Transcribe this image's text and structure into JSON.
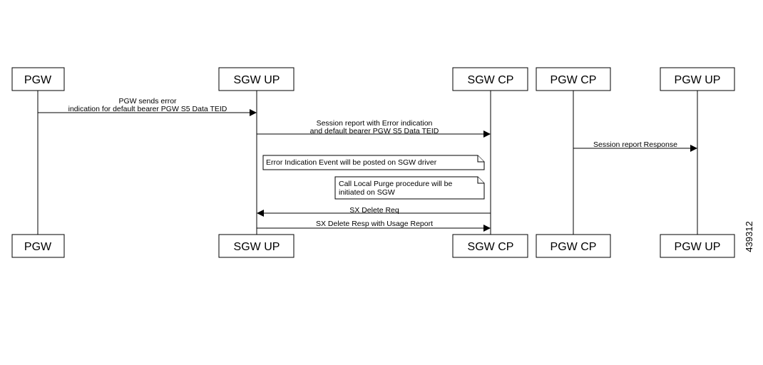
{
  "participants": [
    {
      "id": "pgw",
      "label": "PGW"
    },
    {
      "id": "sgw_up",
      "label": "SGW UP"
    },
    {
      "id": "sgw_cp",
      "label": "SGW CP"
    },
    {
      "id": "pgw_cp",
      "label": "PGW CP"
    },
    {
      "id": "pgw_up",
      "label": "PGW UP"
    }
  ],
  "messages": [
    {
      "from": "pgw",
      "to": "sgw_up",
      "lines": [
        "PGW sends error",
        "indication for default bearer PGW S5 Data TEID"
      ]
    },
    {
      "from": "sgw_up",
      "to": "sgw_cp",
      "lines": [
        "Session report with Error indication",
        "and default bearer PGW S5 Data TEID"
      ]
    },
    {
      "from": "pgw_cp",
      "to": "pgw_up",
      "lines": [
        "Session report Response"
      ]
    },
    {
      "from": "sgw_cp",
      "to": "sgw_up",
      "lines": [
        "SX Delete Req"
      ]
    },
    {
      "from": "sgw_up",
      "to": "sgw_cp",
      "lines": [
        "SX Delete Resp with Usage Report"
      ]
    }
  ],
  "notes": [
    {
      "lines": [
        "Error Indication Event will be posted on SGW driver"
      ]
    },
    {
      "lines": [
        "Call Local Purge procedure will be",
        "initiated on SGW"
      ]
    }
  ],
  "figure_id": "439312"
}
